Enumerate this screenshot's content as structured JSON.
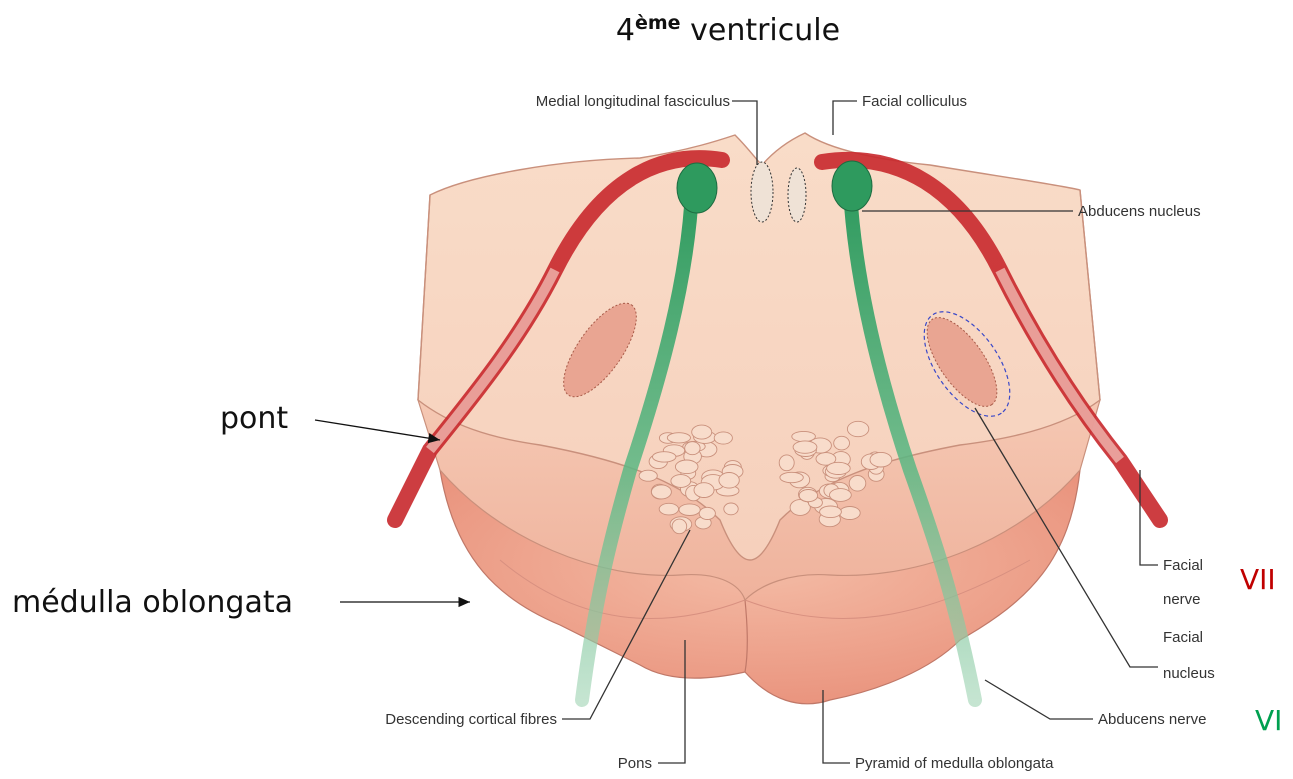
{
  "title": {
    "base": "4",
    "sup": "ème",
    "rest": " ventricule"
  },
  "side_labels": {
    "pont": "pont",
    "medulla": "médulla oblongata"
  },
  "labels": {
    "mlf": "Medial longitudinal fasciculus",
    "facial_colliculus": "Facial colliculus",
    "abducens_nucleus": "Abducens nucleus",
    "facial_nerve_1": "Facial",
    "facial_nerve_2": "nerve",
    "facial_nucleus_1": "Facial",
    "facial_nucleus_2": "nucleus",
    "abducens_nerve": "Abducens nerve",
    "descending": "Descending cortical fibres",
    "pons": "Pons",
    "pyramid": "Pyramid of medulla oblongata"
  },
  "numerals": {
    "vii": "VII",
    "vi": "VI"
  },
  "colors": {
    "tissue_top": "#f8d8c4",
    "tissue_front": "#f2b7a2",
    "medulla": "#ef9e88",
    "facial_nerve": "#c8282c",
    "abducens": "#2e9a5e",
    "vii_label": "#c00000",
    "vi_label": "#00a050"
  }
}
